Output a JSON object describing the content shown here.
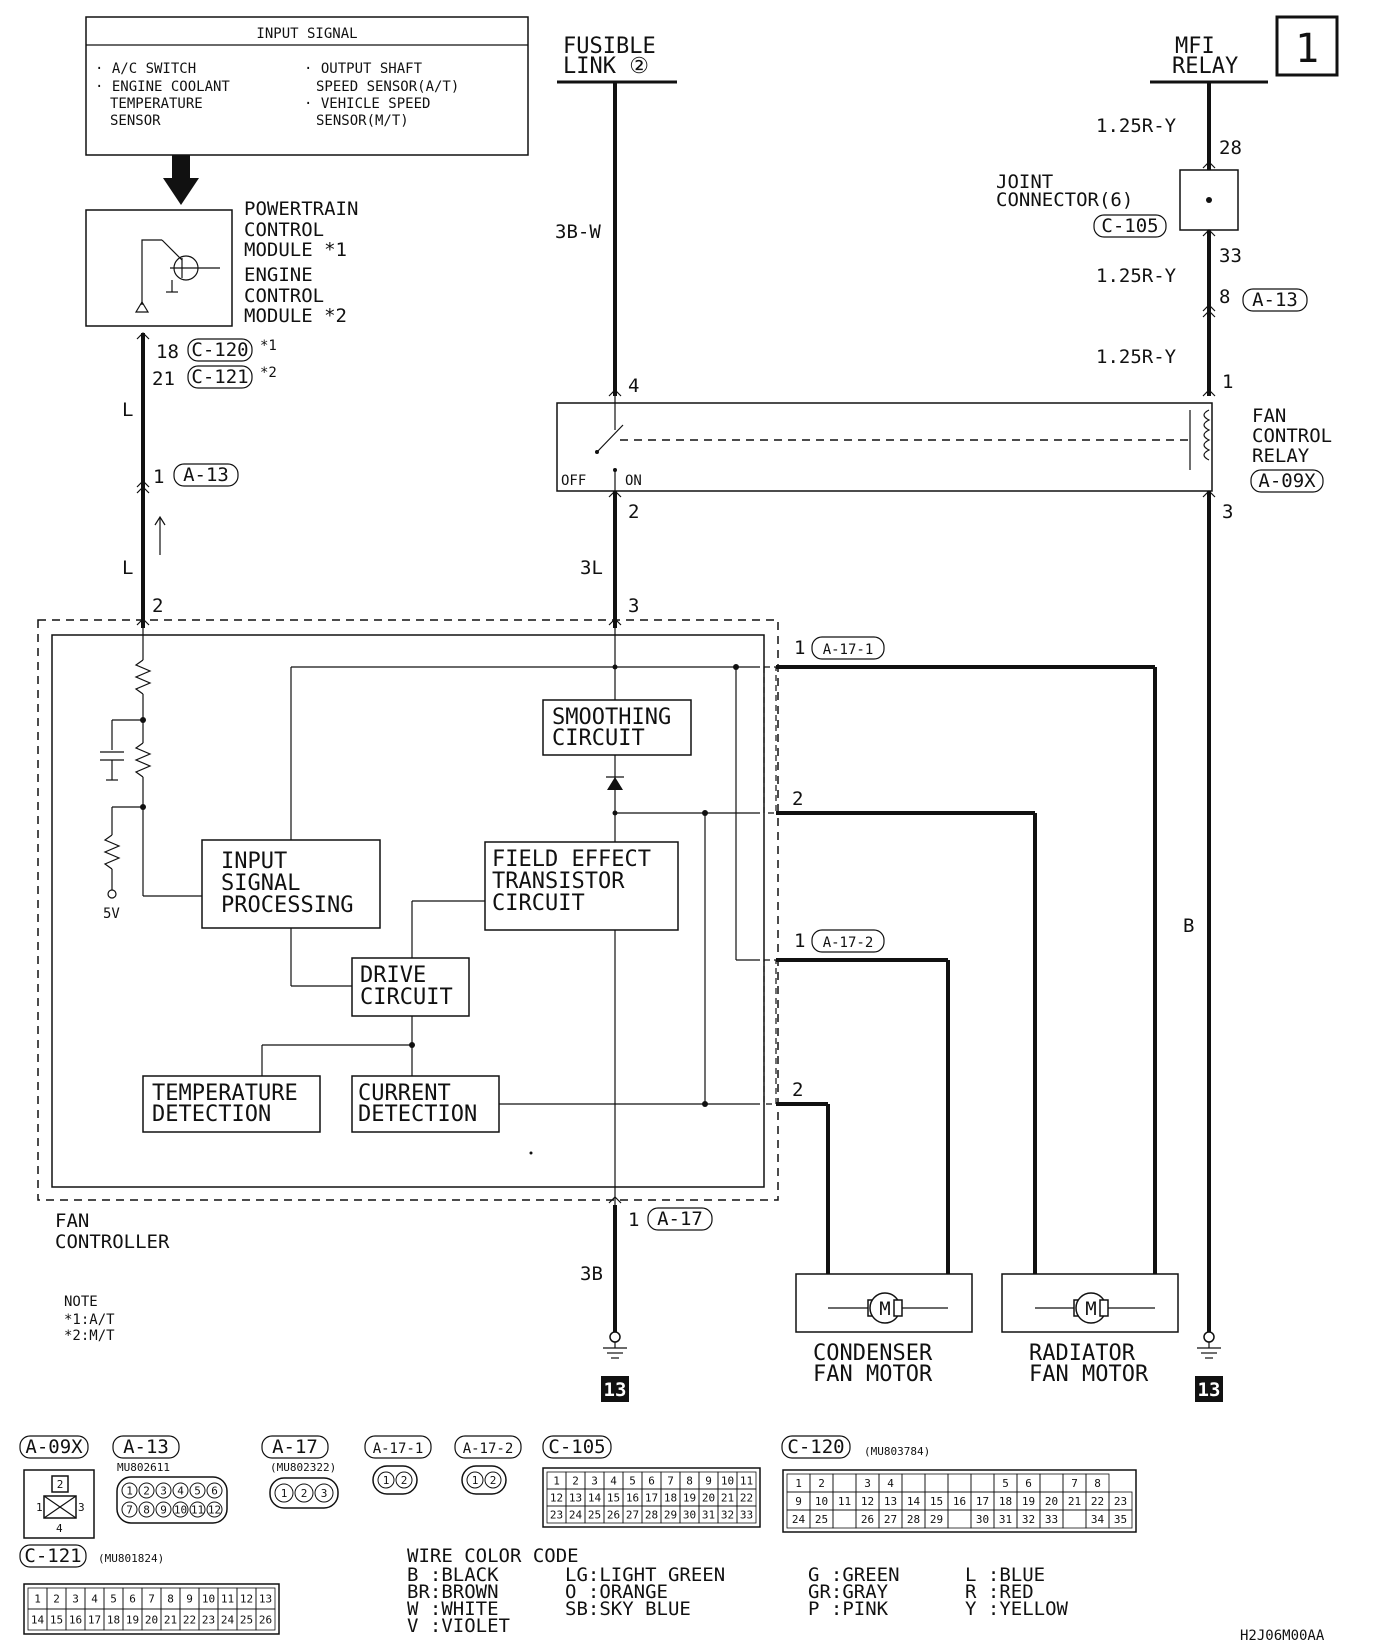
{
  "page_number": "1",
  "input_signal": {
    "title": "INPUT SIGNAL",
    "col1": [
      "· A/C SWITCH",
      "· ENGINE COOLANT",
      "TEMPERATURE",
      "SENSOR"
    ],
    "col2": [
      "· OUTPUT SHAFT",
      "SPEED SENSOR(A/T)",
      "· VEHICLE SPEED",
      "SENSOR(M/T)"
    ]
  },
  "pcm_label": [
    "POWERTRAIN",
    "CONTROL",
    "MODULE *1",
    "ENGINE",
    "CONTROL",
    "MODULE *2"
  ],
  "fusible_link": [
    "FUSIBLE",
    "LINK ②"
  ],
  "mfi_relay": [
    "MFI",
    "RELAY"
  ],
  "joint_connector": [
    "JOINT",
    "CONNECTOR(6)",
    "C-105"
  ],
  "fan_control_relay": [
    "FAN",
    "CONTROL",
    "RELAY",
    "A-09X"
  ],
  "fan_controller": [
    "FAN",
    "CONTROLLER"
  ],
  "pins": {
    "p18": "18",
    "c120": "C-120",
    "star1": "*1",
    "p21": "21",
    "c121": "C-121",
    "star2": "*2",
    "p1_a13": "1",
    "a13": "A-13",
    "p2_left": "2",
    "p4": "4",
    "p2_mid": "2",
    "p3_mid": "3",
    "p28": "28",
    "p33": "33",
    "p8": "8",
    "a13b": "A-13",
    "p1_right": "1",
    "p3_right": "3",
    "p1_a171": "1",
    "a171": "A-17-1",
    "p2_a171": "2",
    "p1_a172": "1",
    "a172": "A-17-2",
    "p2_a172": "2",
    "p1_a17": "1",
    "a17": "A-17",
    "off": "OFF",
    "on": "ON"
  },
  "wire_labels": {
    "w_3bw": "3B-W",
    "w_l1": "L",
    "w_l2": "L",
    "w_3l": "3L",
    "w_3b": "3B",
    "w_125a": "1.25R-Y",
    "w_125b": "1.25R-Y",
    "w_125c": "1.25R-Y",
    "w_b": "B"
  },
  "blocks": {
    "smoothing": [
      "SMOOTHING",
      "CIRCUIT"
    ],
    "input_proc": [
      "INPUT",
      "SIGNAL",
      "PROCESSING"
    ],
    "fet": [
      "FIELD EFFECT",
      "TRANSISTOR",
      "CIRCUIT"
    ],
    "drive": [
      "DRIVE",
      "CIRCUIT"
    ],
    "temp": [
      "TEMPERATURE",
      "DETECTION"
    ],
    "current": [
      "CURRENT",
      "DETECTION"
    ],
    "five_v": "5V"
  },
  "motors": {
    "condenser": [
      "CONDENSER",
      "FAN MOTOR"
    ],
    "radiator": [
      "RADIATOR",
      "FAN MOTOR"
    ],
    "m": "M"
  },
  "ground_ref": "13",
  "note": [
    "NOTE",
    "*1:A/T",
    "*2:M/T"
  ],
  "connectors": {
    "a09x": {
      "name": "A-09X",
      "pins": [
        "1",
        "2",
        "3",
        "4"
      ]
    },
    "a13": {
      "name": "A-13",
      "part": "MU802611",
      "row1": [
        "1",
        "2",
        "3",
        "4",
        "5",
        "6"
      ],
      "row2": [
        "7",
        "8",
        "9",
        "10",
        "11",
        "12"
      ]
    },
    "a17": {
      "name": "A-17",
      "part": "(MU802322)",
      "pins": [
        "1",
        "2",
        "3"
      ]
    },
    "a171": {
      "name": "A-17-1",
      "pins": [
        "1",
        "2"
      ]
    },
    "a172": {
      "name": "A-17-2",
      "pins": [
        "1",
        "2"
      ]
    },
    "c105": {
      "name": "C-105",
      "row1": [
        "1",
        "2",
        "3",
        "4",
        "5",
        "6",
        "7",
        "8",
        "9",
        "10",
        "11"
      ],
      "row2": [
        "12",
        "13",
        "14",
        "15",
        "16",
        "17",
        "18",
        "19",
        "20",
        "21",
        "22"
      ],
      "row3": [
        "23",
        "24",
        "25",
        "26",
        "27",
        "28",
        "29",
        "30",
        "31",
        "32",
        "33"
      ]
    },
    "c120": {
      "name": "C-120",
      "part": "(MU803784)",
      "row1": [
        "1",
        "2",
        "",
        "3",
        "4",
        "",
        "",
        "",
        "",
        "5",
        "6",
        "",
        "7",
        "8"
      ],
      "row2": [
        "9",
        "10",
        "11",
        "12",
        "13",
        "14",
        "15",
        "16",
        "17",
        "18",
        "19",
        "20",
        "21",
        "22",
        "23"
      ],
      "row3": [
        "24",
        "25",
        "",
        "26",
        "27",
        "28",
        "29",
        "",
        "30",
        "31",
        "32",
        "33",
        "",
        "34",
        "35"
      ]
    },
    "c121": {
      "name": "C-121",
      "part": "(MU801824)",
      "row1": [
        "1",
        "2",
        "3",
        "4",
        "5",
        "6",
        "7",
        "8",
        "9",
        "10",
        "11",
        "12",
        "13"
      ],
      "row2": [
        "14",
        "15",
        "16",
        "17",
        "18",
        "19",
        "20",
        "21",
        "22",
        "23",
        "24",
        "25",
        "26"
      ]
    }
  },
  "wire_color_code": {
    "title": "WIRE COLOR CODE",
    "col1": [
      "B :BLACK",
      "BR:BROWN",
      "W :WHITE",
      "V :VIOLET"
    ],
    "col2": [
      "LG:LIGHT GREEN",
      "O :ORANGE",
      "SB:SKY BLUE"
    ],
    "col3": [
      "G :GREEN",
      "GR:GRAY",
      "P :PINK"
    ],
    "col4": [
      "L :BLUE",
      "R :RED",
      "Y :YELLOW"
    ]
  },
  "figure_code": "H2J06M00AA"
}
